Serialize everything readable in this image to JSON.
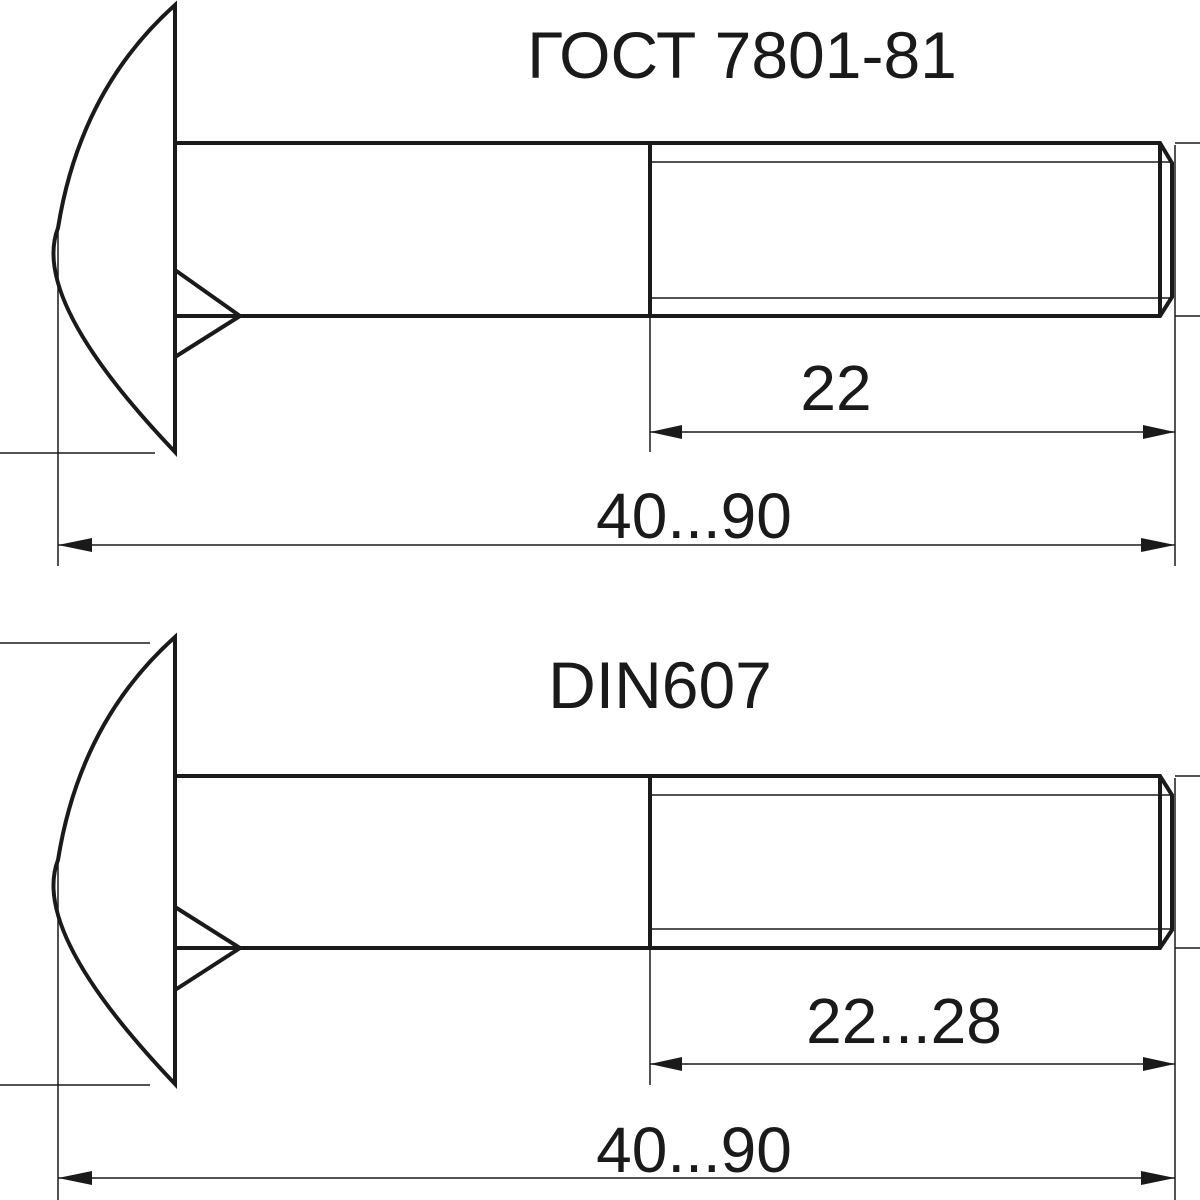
{
  "drawings": [
    {
      "standard": "ГОСТ 7801-81",
      "thread_length": "22",
      "total_length": "40...90"
    },
    {
      "standard": "DIN607",
      "thread_length": "22...28",
      "total_length": "40...90"
    }
  ],
  "colors": {
    "line": "#1a1a1a",
    "background": "#ffffff"
  }
}
